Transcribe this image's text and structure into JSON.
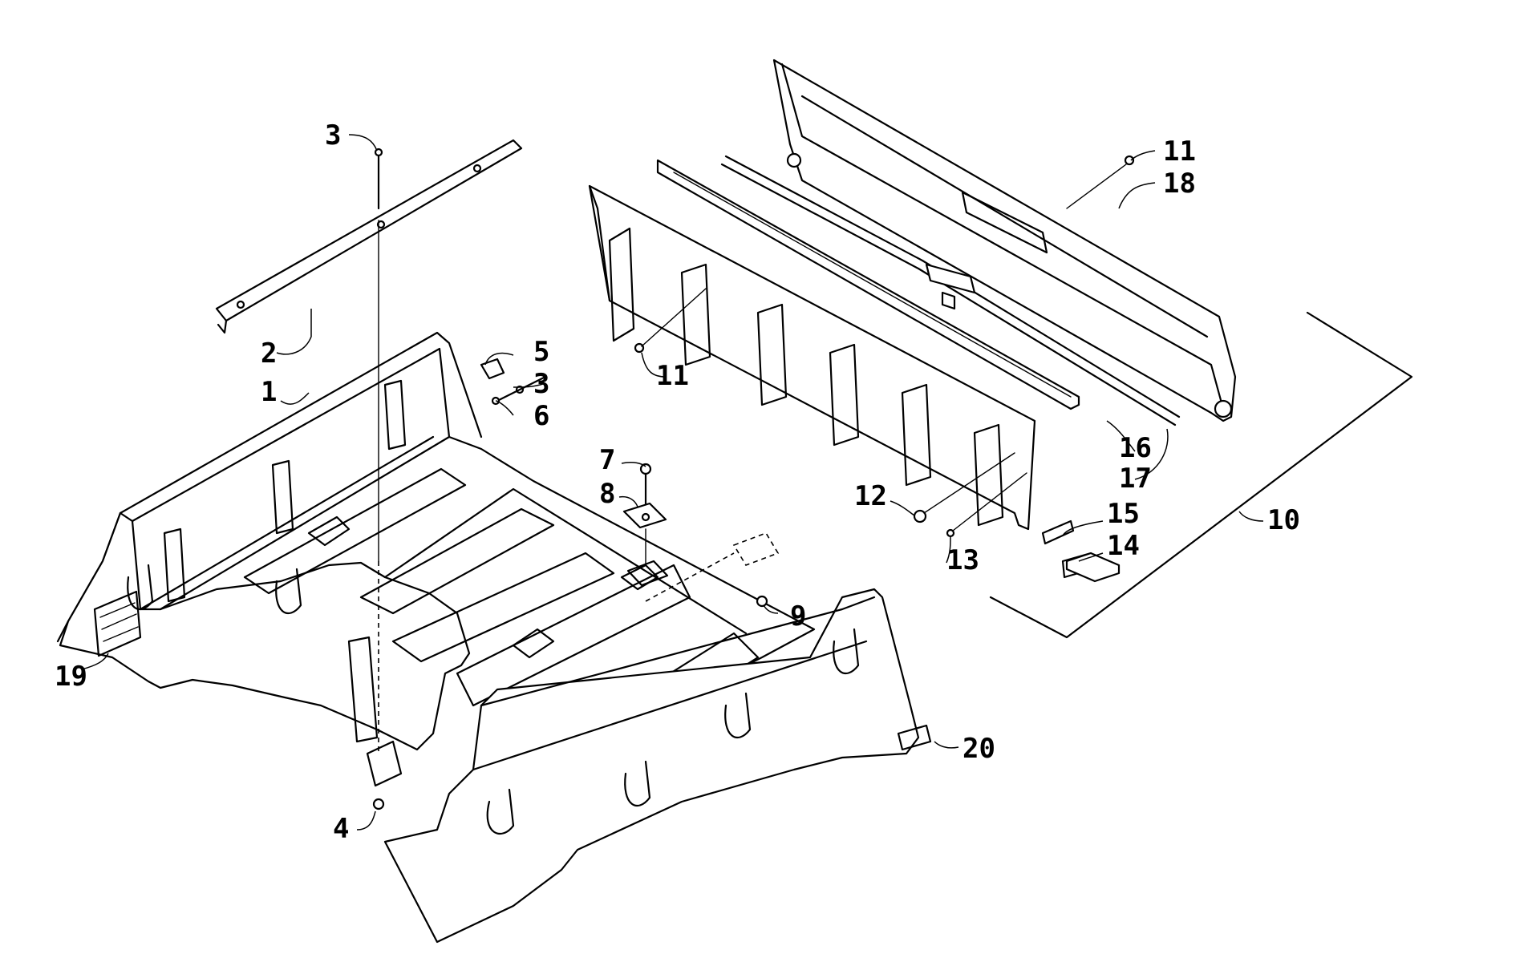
{
  "diagram": {
    "callouts": {
      "c1": "1",
      "c2": "2",
      "c3a": "3",
      "c3b": "3",
      "c4": "4",
      "c5": "5",
      "c6": "6",
      "c7": "7",
      "c8": "8",
      "c9": "9",
      "c10": "10",
      "c11a": "11",
      "c11b": "11",
      "c12": "12",
      "c13": "13",
      "c14": "14",
      "c15": "15",
      "c16": "16",
      "c17": "17",
      "c18": "18",
      "c19": "19",
      "c20": "20"
    }
  }
}
